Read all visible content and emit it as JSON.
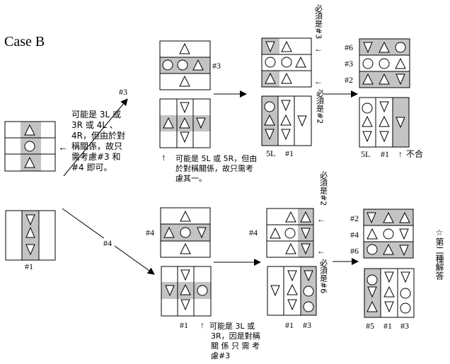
{
  "title": "Case B",
  "colors": {
    "stroke": "#000000",
    "shade": "#c8c8c8",
    "background": "#ffffff"
  },
  "labels": {
    "arrow_3": "#3",
    "arrow_4": "#4",
    "hash1": "#1",
    "hash2": "#2",
    "hash3": "#3",
    "hash4": "#4",
    "hash5": "#5",
    "hash6": "#6",
    "fiveL": "5L"
  },
  "notes": {
    "left_note": [
      "可能是 3L 或",
      "3R  或  4L 、",
      "4R，但由於對",
      "稱關係，故只",
      "需考慮#3 和",
      "#4 即可。"
    ],
    "top_5l_note": [
      "可能是 5L 或 5R，但由",
      "於對稱關係，故只需考",
      "慮其一。"
    ],
    "bottom_3l_note": [
      "可能是  3L  或",
      "3R，因是對稱",
      "關 係 只 需 考",
      "慮#3"
    ],
    "must_be_3": "必須是#3",
    "must_be_2": "必須是#2",
    "must_be_6": "必須是#6",
    "must_be_2b": "必須是#2",
    "not_fit": "不合",
    "second_solution": "☆第二種解答",
    "arrow_left": "←",
    "arrow_up": "↑"
  },
  "icons": {
    "triangle_up": "triangle-up",
    "triangle_down": "triangle-down",
    "circle": "circle"
  }
}
